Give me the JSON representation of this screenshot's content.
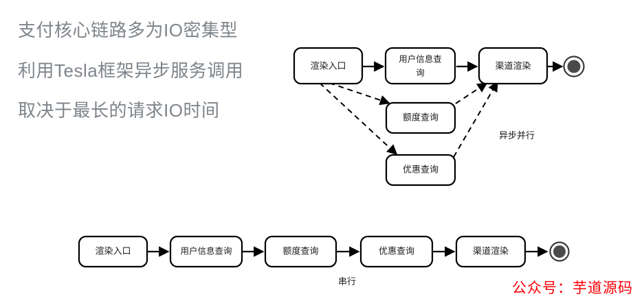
{
  "page": {
    "background": "#ffffff",
    "bullet_color": "#7f858b",
    "node_stroke": "#000000",
    "watermark_color": "#fb0007"
  },
  "bullets": [
    {
      "text": "支付核心链路多为IO密集型"
    },
    {
      "text": "利用Tesla框架异步服务调用"
    },
    {
      "text": "取决于最长的请求IO时间"
    }
  ],
  "async_diagram": {
    "annotation": "异步并行",
    "nodes": {
      "entry": {
        "label": "渲染入口"
      },
      "user_info": {
        "label_line1": "用户信息查",
        "label_line2": "询",
        "label": "用户信息查询"
      },
      "quota": {
        "label": "额度查询"
      },
      "promo": {
        "label": "优惠查询"
      },
      "channel": {
        "label": "渠道渲染"
      },
      "end": {
        "label": "end-node"
      }
    }
  },
  "serial_diagram": {
    "annotation": "串行",
    "nodes": [
      {
        "label": "渲染入口"
      },
      {
        "label": "用户信息查询"
      },
      {
        "label": "额度查询"
      },
      {
        "label": "优惠查询"
      },
      {
        "label": "渠道渲染"
      }
    ],
    "end": {
      "label": "end-node"
    }
  },
  "watermark": {
    "text": "公众号：芋道源码"
  }
}
